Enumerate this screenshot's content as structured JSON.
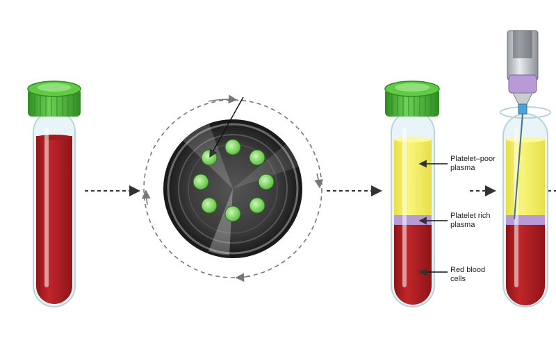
{
  "labels": {
    "platelet_poor": [
      "Platelet–poor",
      "plasma"
    ],
    "platelet_rich": [
      "Platelet rich",
      "plasma"
    ],
    "red_blood": [
      "Red blood",
      "cells"
    ]
  },
  "colors": {
    "blood": "#b21f24",
    "blood_dark": "#8e1418",
    "plasma": "#f4f06a",
    "platelet_band": "#b79ad6",
    "cap": "#4fbe3a",
    "cap_dark": "#2e8b22",
    "glass": "#cfe8ef",
    "arrow": "#333333",
    "rotor_dark": "#2b2b2b",
    "rotor_ring": "#6a6a6a",
    "vial": "#7ddc5e",
    "needle_hub": "#4aa3d9",
    "syringe_plunger": "#b89ad6"
  },
  "icons": {
    "tube_1": "blood-tube-icon",
    "centrifuge": "centrifuge-rotor-icon",
    "tube_2": "separated-tube-icon",
    "tube_3": "syringe-extraction-icon"
  }
}
